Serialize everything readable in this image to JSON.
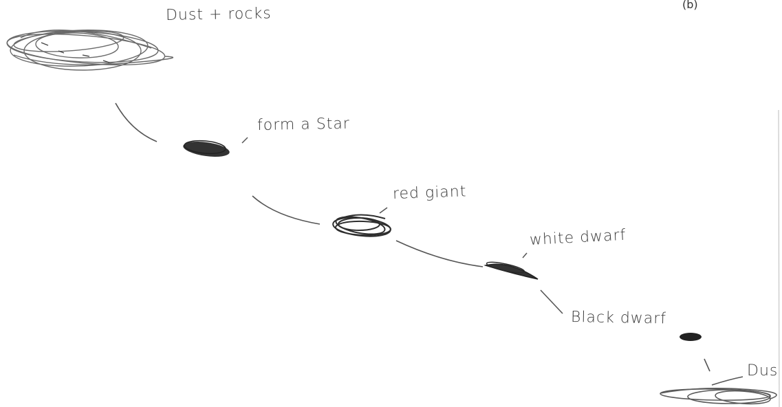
{
  "part_label": "(b)",
  "stages": [
    {
      "key": "dust_rocks",
      "label": "Dust + rocks"
    },
    {
      "key": "form_star",
      "label": "form a Star"
    },
    {
      "key": "red_giant",
      "label": "red giant"
    },
    {
      "key": "white_dwarf",
      "label": "white dwarf"
    },
    {
      "key": "black_dwarf",
      "label": "Black dwarf"
    },
    {
      "key": "dust_end",
      "label": "Dus"
    }
  ],
  "colors": {
    "ink": "#3a3a3a",
    "pencil": "#555555",
    "paper": "#ffffff"
  }
}
